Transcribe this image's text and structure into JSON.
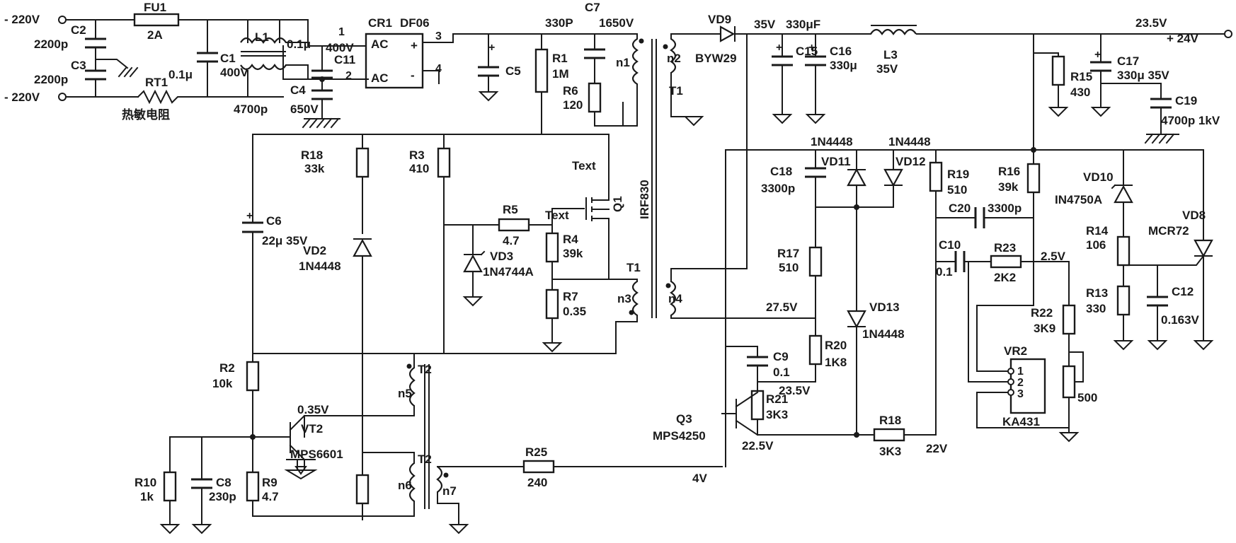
{
  "labels": {
    "vin_top": "- 220V",
    "vin_bot": "- 220V",
    "fu1": "FU1",
    "fu1_val": "2A",
    "c2": "C2",
    "c2_val": "2200p",
    "c3": "C3",
    "c3_val": "2200p",
    "rt1": "RT1",
    "thermistor": "热敏电阻",
    "c1": "C1",
    "c1_val": "400V",
    "c1_cap": "0.1μ",
    "l1": "L1",
    "c11_cap": "0.1μ",
    "c11_v": "400V",
    "c11": "C11",
    "c4": "C4",
    "c4_cap": "4700p",
    "c4_v": "650V",
    "cr1": "CR1",
    "df06": "DF06",
    "ac1": "AC",
    "ac2": "AC",
    "plus": "+",
    "minus": "-",
    "pin1": "1",
    "pin2": "2",
    "pin3": "3",
    "pin4": "4",
    "c5": "C5",
    "c7": "C7",
    "c7_val": "330P",
    "v1650": "1650V",
    "r1": "R1",
    "r1_val": "1M",
    "r6": "R6",
    "r6_val": "120",
    "n1": "n1",
    "n2": "n2",
    "n3": "n3",
    "n4": "n4",
    "n5": "n5",
    "n6": "n6",
    "n7": "n7",
    "t1a": "T1",
    "t1b": "T1",
    "t2a": "T2",
    "t2b": "T2",
    "vd9": "VD9",
    "byw29": "BYW29",
    "v35": "35V",
    "c330": "330μF",
    "c15": "C15",
    "c16": "C16",
    "c16_val": "330μ",
    "l3": "L3",
    "l3_v": "35V",
    "v23_5": "23.5V",
    "out24": "+ 24V",
    "r15": "R15",
    "r15_val": "430",
    "c17": "C17",
    "c17_val": "330μ 35V",
    "c19": "C19",
    "c19_val": "4700p 1kV",
    "r18a": "R18",
    "r18a_val": "33k",
    "r3": "R3",
    "r3_val": "410",
    "text1": "Text",
    "text2": "Text",
    "q1": "Q1",
    "irf830": "IRF830",
    "r5": "R5",
    "r5_val": "4.7",
    "r4": "R4",
    "r4_val": "39k",
    "vd3": "VD3",
    "vd3_val": "1N4744A",
    "r7": "R7",
    "r7_val": "0.35",
    "c6": "C6",
    "c6_val": "22μ 35V",
    "vd2": "VD2",
    "vd2_val": "1N4448",
    "r2": "R2",
    "r2_val": "10k",
    "v035": "0.35V",
    "vt2": "VT2",
    "mps6601": "MPS6601",
    "r10": "R10",
    "r10_val": "1k",
    "c8": "C8",
    "c8_val": "230p",
    "r9": "R9",
    "r9_val": "4.7",
    "r25": "R25",
    "r25_val": "240",
    "v4": "4V",
    "q3": "Q3",
    "mps4250": "MPS4250",
    "v22_5": "22.5V",
    "c18": "C18",
    "c18_val": "3300p",
    "n4448a": "1N4448",
    "n4448b": "1N4448",
    "vd11": "VD11",
    "vd12": "VD12",
    "r19": "R19",
    "r19_val": "510",
    "r16": "R16",
    "r16_val": "39k",
    "r17": "R17",
    "r17_val": "510",
    "v27_5": "27.5V",
    "c9": "C9",
    "c9_val": "0.1",
    "r20": "R20",
    "r20_val": "1K8",
    "v23_5b": "23.5V",
    "r21": "R21",
    "r21_val": "3K3",
    "vd13": "VD13",
    "vd13_val": "1N4448",
    "r18b": "R18",
    "r18b_val": "3K3",
    "v22": "22V",
    "c20": "C20",
    "c20_val": "3300p",
    "c10": "C10",
    "c10_val": "0.1",
    "r23": "R23",
    "r23_val": "2K2",
    "v2_5": "2.5V",
    "r22": "R22",
    "r22_val": "3K9",
    "vr2": "VR2",
    "ka431": "KA431",
    "vr_p1": "1",
    "vr_p2": "2",
    "vr_p3": "3",
    "pot_val": "500",
    "vd10": "VD10",
    "vd10_val": "IN4750A",
    "vd8": "VD8",
    "vd8_val": "MCR72",
    "r14": "R14",
    "r14_val": "106",
    "r13": "R13",
    "r13_val": "330",
    "c12": "C12",
    "c12_val": "0.163V"
  }
}
